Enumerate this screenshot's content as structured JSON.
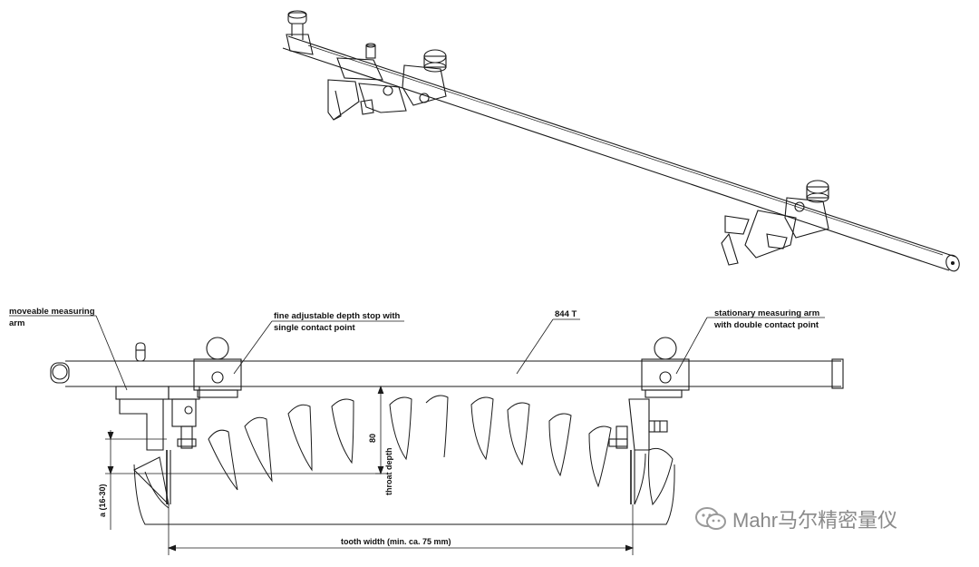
{
  "labels": {
    "moveable_arm_1": "moveable measuring",
    "moveable_arm_2": "arm",
    "depth_stop_1": "fine adjustable depth stop with",
    "depth_stop_2": "single contact point",
    "model": "844 T",
    "stationary_arm_1": "stationary measuring arm",
    "stationary_arm_2": "with double contact point",
    "throat_value": "80",
    "throat_label": "throat depth",
    "a_range": "a (16-30)",
    "tooth_width": "tooth width (min. ca. 75 mm)"
  },
  "watermark": {
    "text": "Mahr马尔精密量仪",
    "icon": "wechat-logo"
  },
  "colors": {
    "line": "#1a1a1a",
    "watermark": "#8a8a8a"
  }
}
